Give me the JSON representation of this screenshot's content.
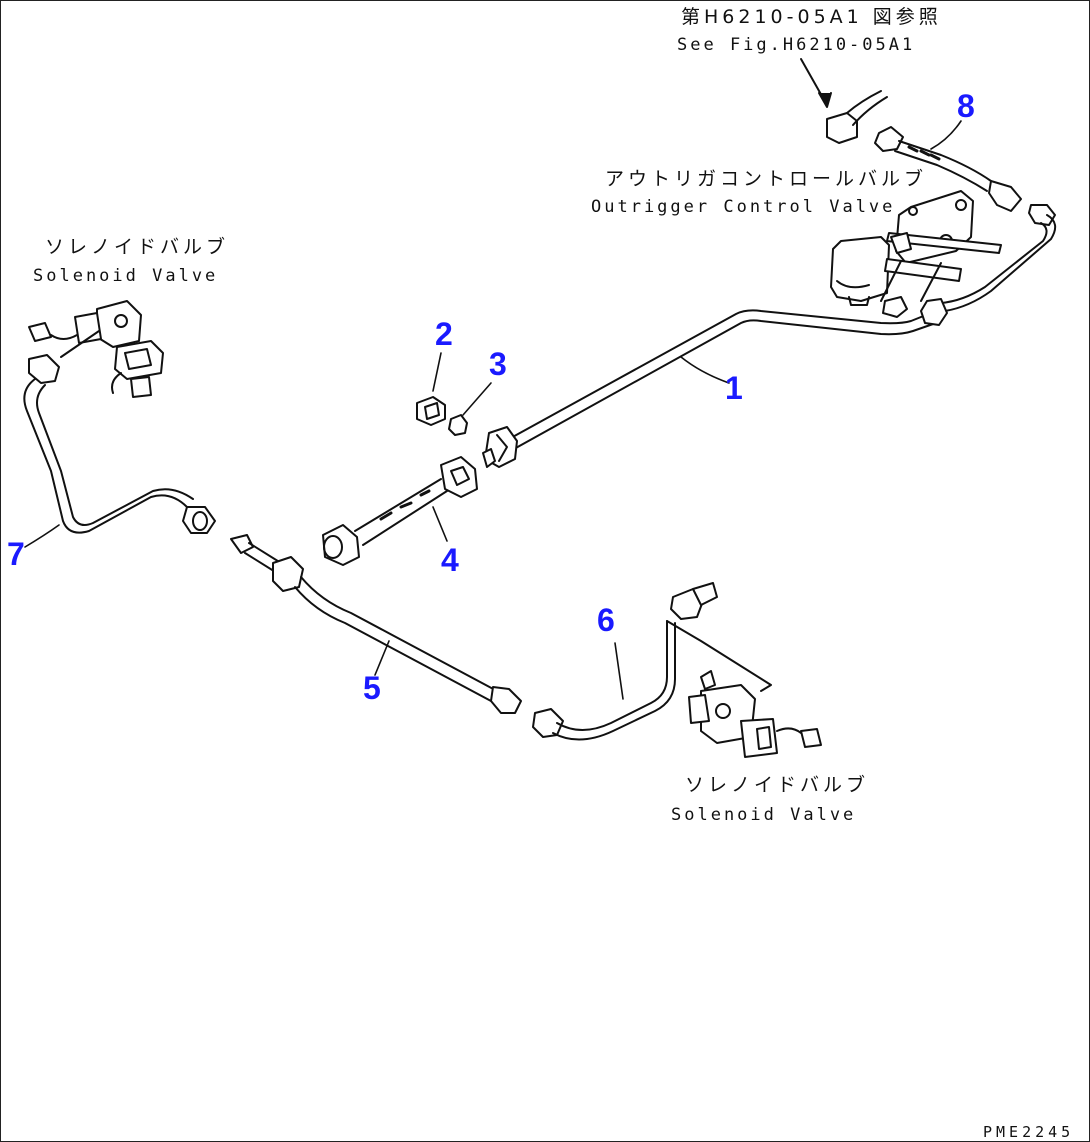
{
  "theme": {
    "callout_color": "#1a1aff",
    "line_color": "#111111"
  },
  "labels": {
    "ref_jp": "第H6210-05A1 図参照",
    "ref_en": "See Fig.H6210-05A1",
    "outrigger_jp": "アウトリガコントロールバルブ",
    "outrigger_en": "Outrigger Control Valve",
    "solenoid_left_jp": "ソレノイドバルブ",
    "solenoid_left_en": "Solenoid Valve",
    "solenoid_right_jp": "ソレノイドバルブ",
    "solenoid_right_en": "Solenoid Valve"
  },
  "callouts": [
    "1",
    "2",
    "3",
    "4",
    "5",
    "6",
    "7",
    "8"
  ],
  "drawing_code": "PME2245"
}
